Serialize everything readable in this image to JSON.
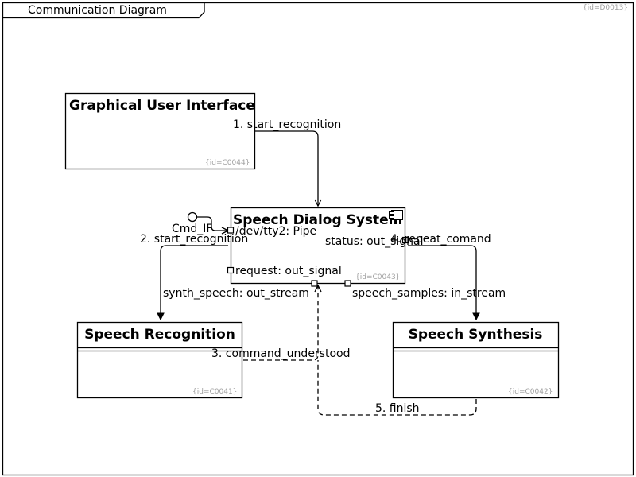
{
  "frame": {
    "title": "Communication Diagram",
    "id_tag": "{id=D0013}"
  },
  "components": {
    "gui": {
      "name": "Graphical User Interface",
      "id_tag": "{id=C0044}"
    },
    "sds": {
      "name": "Speech Dialog System",
      "id_tag": "{id=C0043}"
    },
    "recognition": {
      "name": "Speech Recognition",
      "id_tag": "{id=C0041}"
    },
    "synthesis": {
      "name": "Speech Synthesis",
      "id_tag": "{id=C0042}"
    }
  },
  "ports": {
    "cmd_if": "Cmd_IF",
    "tty_pipe": "/dev/tty2: Pipe",
    "status": "status: out_signal",
    "request": "request: out_signal",
    "synth_speech": "synth_speech: out_stream",
    "speech_samples": "speech_samples: in_stream"
  },
  "messages": {
    "m1": "1. start_recognition",
    "m2": "2. start_recognition",
    "m3": "3. command_understood",
    "m4": "4. repeat_comand",
    "m5": "5. finish"
  }
}
